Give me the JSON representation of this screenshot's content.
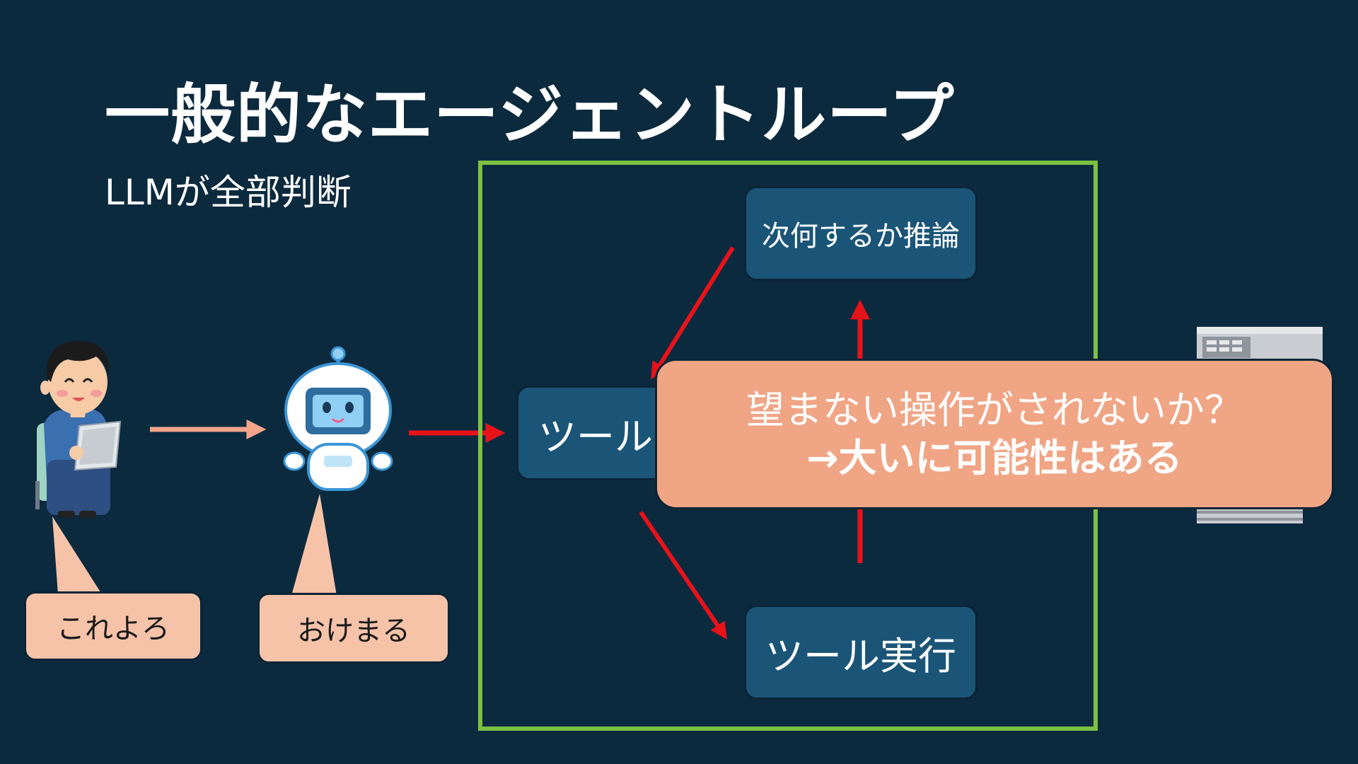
{
  "slide": {
    "title": "一般的なエージェントループ",
    "subtitle": "LLMが全部判断"
  },
  "loop": {
    "nodes": {
      "reason": "次何するか推論",
      "select": "ツール",
      "execute": "ツール実行"
    }
  },
  "bubbles": {
    "user": "これよろ",
    "robot": "おけまる"
  },
  "warning": {
    "question": "望まない操作がされないか？",
    "answer": "→大いに可能性はある"
  },
  "colors": {
    "background": "#0c2a3e",
    "loop_frame": "#7cc143",
    "node_fill": "#1a5578",
    "bubble_fill": "#f6c3a9",
    "warning_fill": "#f0a585",
    "arrow_red": "#e8121a",
    "arrow_salmon": "#f3a58c"
  },
  "icons": {
    "user": "person-with-tablet-icon",
    "robot": "robot-icon",
    "server": "server-icon"
  }
}
